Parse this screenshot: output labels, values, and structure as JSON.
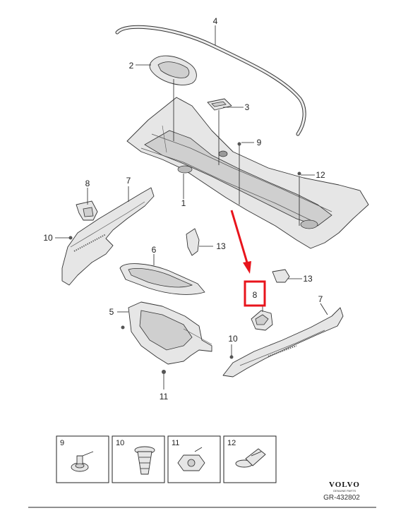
{
  "callouts": {
    "c1": "1",
    "c2": "2",
    "c3": "3",
    "c4": "4",
    "c5": "5",
    "c6": "6",
    "c7a": "7",
    "c7b": "7",
    "c8a": "8",
    "c8b": "8",
    "c9": "9",
    "c10a": "10",
    "c10b": "10",
    "c11": "11",
    "c12": "12",
    "c13a": "13",
    "c13b": "13"
  },
  "thumbnails": [
    {
      "label": "9"
    },
    {
      "label": "10"
    },
    {
      "label": "11"
    },
    {
      "label": "12"
    }
  ],
  "brand": {
    "name": "VOLVO",
    "subtitle": "GENUINE PARTS",
    "reference": "GR-432802"
  },
  "colors": {
    "highlight": "#e8141c",
    "line": "#222222",
    "part_fill": "#e6e6e6"
  }
}
